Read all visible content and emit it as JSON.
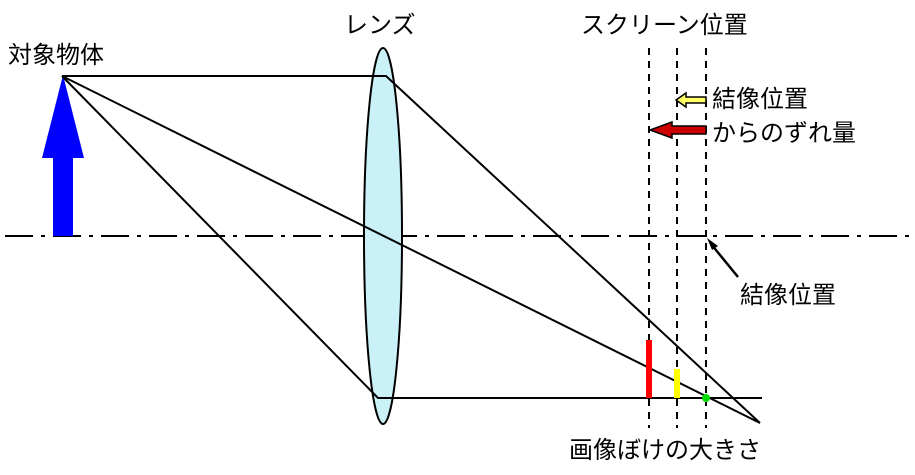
{
  "labels": {
    "object": "対象物体",
    "lens": "レンズ",
    "screen_position": "スクリーン位置",
    "image_position_top": "結像位置",
    "offset_from": "からのずれ量",
    "image_position_axis": "結像位置",
    "blur_size": "画像ぼけの大きさ"
  },
  "colors": {
    "object_arrow": "#0000ff",
    "lens_fill": "#c9f1f7",
    "blur_large": "#ff0000",
    "blur_small": "#ffff00",
    "focus_point": "#00dd00",
    "offset_arrow_large": "#cc0000",
    "offset_arrow_small": "#ffff66"
  }
}
